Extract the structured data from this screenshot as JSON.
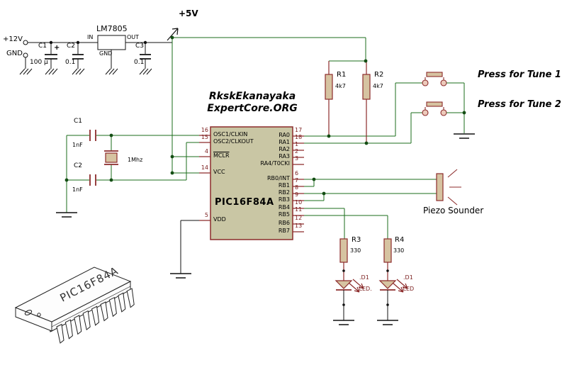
{
  "power": {
    "v12_label": "+12V",
    "gnd_label": "GND",
    "c1_ref": "C1",
    "c1_plus": "+",
    "c1_value": "100 µ",
    "c2_ref": "C2",
    "c2_value": "0.1",
    "regulator_name": "LM7805",
    "regulator_in": "IN",
    "regulator_out": "OUT",
    "regulator_gnd": "GND",
    "c3_ref": "C3",
    "c3_value": "0.1",
    "v5_label": "+5V"
  },
  "title": {
    "line1": "RkskEkanayaka",
    "line2": "ExpertCore.ORG"
  },
  "oscillator": {
    "c1_ref": "C1",
    "c1_value": "1nF",
    "c2_ref": "C2",
    "c2_value": "1nF",
    "crystal_value": "1Mhz"
  },
  "chip": {
    "name": "PIC16F84A",
    "left_pins": [
      {
        "num": "16",
        "name": "OSC1/CLKIN"
      },
      {
        "num": "15",
        "name": "OSC2/CLKOUT"
      },
      {
        "num": "4",
        "name": "MCLR"
      },
      {
        "num": "14",
        "name": "VCC"
      },
      {
        "num": "5",
        "name": "VDD"
      }
    ],
    "right_pins": [
      {
        "num": "17",
        "name": "RA0"
      },
      {
        "num": "18",
        "name": "RA1"
      },
      {
        "num": "1",
        "name": "RA2"
      },
      {
        "num": "2",
        "name": "RA3"
      },
      {
        "num": "3",
        "name": "RA4/T0CKI"
      },
      {
        "num": "6",
        "name": "RB0/INT"
      },
      {
        "num": "7",
        "name": "RB1"
      },
      {
        "num": "8",
        "name": "RB2"
      },
      {
        "num": "9",
        "name": "RB3"
      },
      {
        "num": "10",
        "name": "RB4"
      },
      {
        "num": "11",
        "name": "RB5"
      },
      {
        "num": "12",
        "name": "RB6"
      },
      {
        "num": "13",
        "name": "RB7"
      }
    ]
  },
  "resistors": {
    "r1_ref": "R1",
    "r1_value": "4k7",
    "r2_ref": "R2",
    "r2_value": "4k7",
    "r3_ref": "R3",
    "r3_value": "330",
    "r4_ref": "R4",
    "r4_value": "330"
  },
  "buttons": {
    "tune1_label": "Press for Tune 1",
    "tune2_label": "Press for Tune 2"
  },
  "piezo": {
    "label": "Piezo Sounder"
  },
  "leds": {
    "led1_ref": ".D1",
    "led1_name": ".LED.",
    "led2_ref": ".D1",
    "led2_name": ".LED"
  },
  "dip_package": {
    "label": "PIC16F84A"
  },
  "colors": {
    "wire_green": "#1b6e1b",
    "component_red": "#8c2b2b",
    "component_fill": "#d6c3a1",
    "chip_fill": "#c9c6a4",
    "pin_text": "#7c2020"
  }
}
